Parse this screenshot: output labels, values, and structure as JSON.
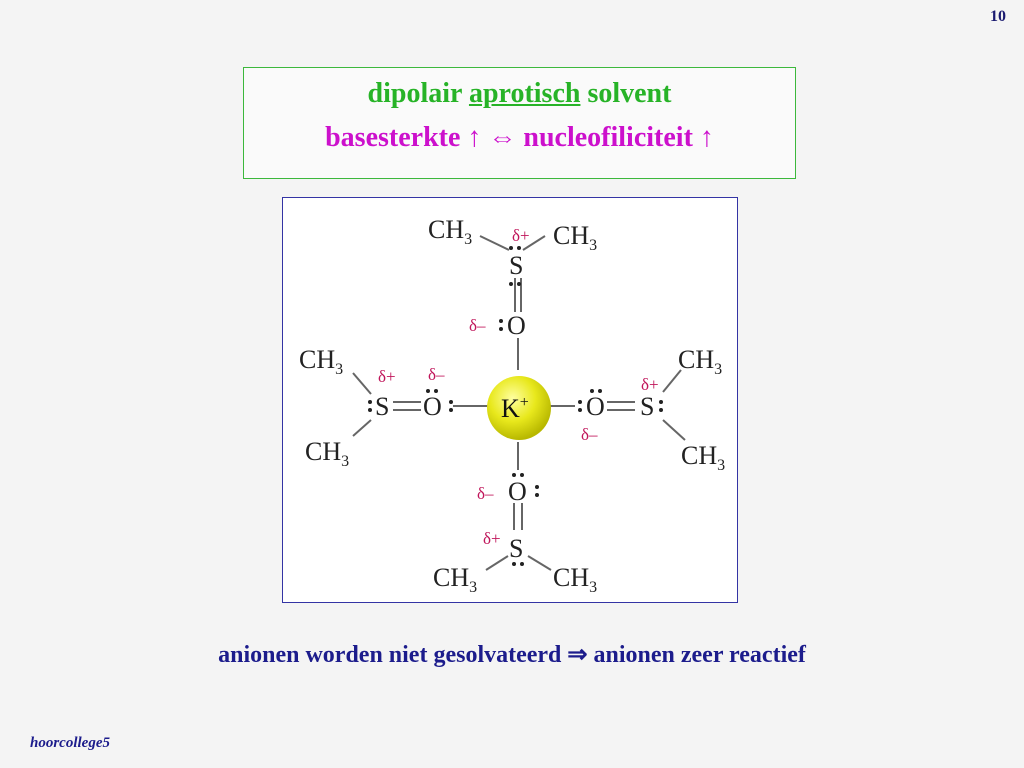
{
  "slide_number": "10",
  "title": {
    "word1": "dipolair",
    "word2_underlined": "aprotisch",
    "word3": "solvent",
    "line2": "basesterkte ↑ ⇔ nucleofiliciteit ↑"
  },
  "diagram": {
    "central_ion": "K",
    "central_charge": "+",
    "methyl": "CH",
    "methyl_sub": "3",
    "sulfur": "S",
    "oxygen": "O",
    "delta_plus": "δ+",
    "delta_minus": "δ–"
  },
  "bottom_statement": "anionen worden niet gesolvateerd ⇒ anionen zeer reactief",
  "footer": "hoorcollege5",
  "colors": {
    "green": "#27b327",
    "magenta": "#cc10cc",
    "navy": "#1c1c8c",
    "k_ion": "#e6e61a",
    "charge": "#c0155a"
  }
}
